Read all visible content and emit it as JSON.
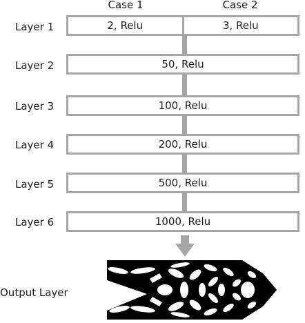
{
  "headers": [
    "Case 1",
    "Case 2"
  ],
  "layers": [
    {
      "label": "Layer 1",
      "case1": "2, Relu",
      "case2": "3, Relu"
    },
    {
      "label": "Layer 2",
      "value": "50, Relu"
    },
    {
      "label": "Layer 3",
      "value": "100, Relu"
    },
    {
      "label": "Layer 4",
      "value": "200, Relu"
    },
    {
      "label": "Layer 5",
      "value": "500, Relu"
    },
    {
      "label": "Layer 6",
      "value": "1000, Relu"
    }
  ],
  "output_label": "Output Layer",
  "colors": {
    "box_border": "#a6a6a6",
    "connector": "#a6a6a6",
    "arrow": "#a6a6a6",
    "structure": "#000000"
  }
}
